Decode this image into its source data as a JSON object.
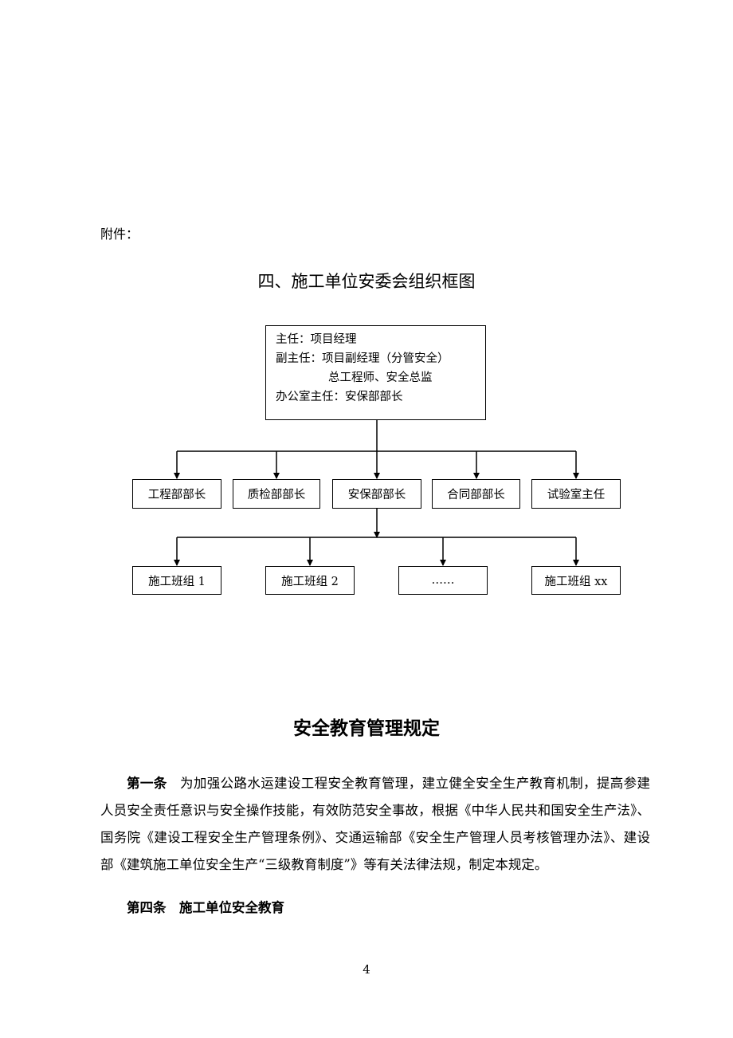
{
  "attachment_label": "附件：",
  "chart": {
    "title": "四、施工单位安委会组织框图",
    "top": {
      "line1": "主任：项目经理",
      "line2": "副主任：项目副经理（分管安全）",
      "line3": "总工程师、安全总监",
      "line4": "办公室主任：安保部部长"
    },
    "departments": [
      "工程部部长",
      "质检部部长",
      "安保部部长",
      "合同部部长",
      "试验室主任"
    ],
    "teams": [
      "施工班组 1",
      "施工班组 2",
      "……",
      "施工班组 xx"
    ]
  },
  "regulation": {
    "title": "安全教育管理规定",
    "art1_label": "第一条",
    "art1_text": "为加强公路水运建设工程安全教育管理，建立健全安全生产教育机制，提高参建人员安全责任意识与安全操作技能，有效防范安全事故，根据《中华人民共和国安全生产法》、国务院《建设工程安全生产管理条例》、交通运输部《安全生产管理人员考核管理办法》、建设部《建筑施工单位安全生产“三级教育制度”》等有关法律法规，制定本规定。",
    "art4": "第四条　施工单位安全教育"
  },
  "page_number": "4"
}
